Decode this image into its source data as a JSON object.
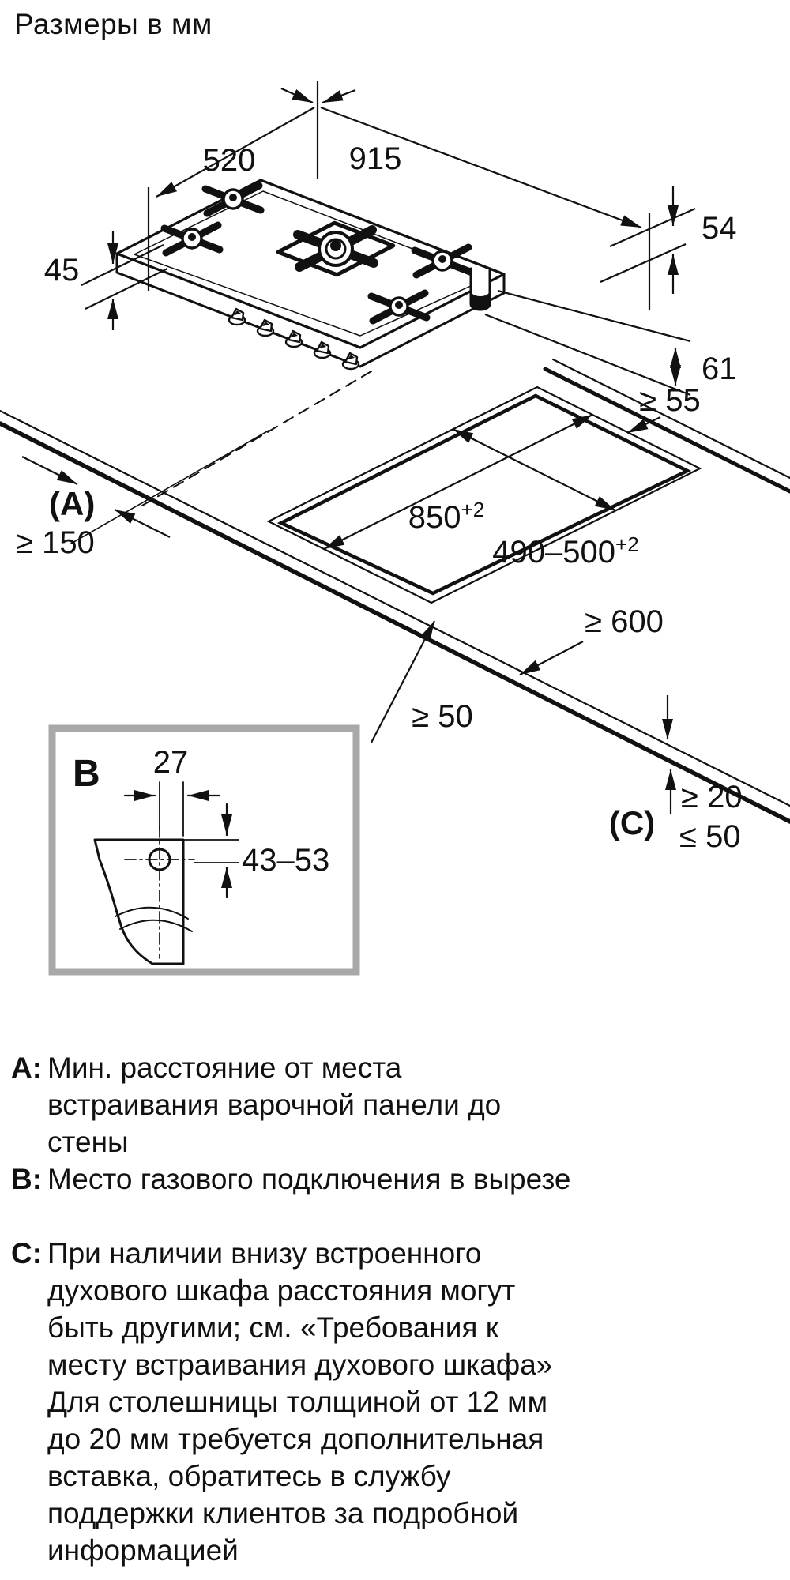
{
  "title": "Размеры в мм",
  "diagram": {
    "hob": {
      "width": "915",
      "depth": "520",
      "front_height": "45",
      "top_height": "54",
      "below_height": "61"
    },
    "worktop": {
      "cutout_width": "850",
      "cutout_width_tol": "+2",
      "cutout_depth": "490–500",
      "cutout_depth_tol": "+2",
      "rear_gap": "≥ 55",
      "side_label": "(A)",
      "side_gap": "≥ 150",
      "depth_min": "≥ 600",
      "front_gap": "≥ 50",
      "c_label": "(C)",
      "c_min": "≥ 20",
      "c_max": "≤ 50"
    },
    "detail_b": {
      "label": "B",
      "gas_offset": "27",
      "gas_height": "43–53"
    }
  },
  "legend": {
    "a": {
      "label": "A:",
      "text": "Мин. расстояние от места\nвстраивания варочной панели до\nстены"
    },
    "b": {
      "label": "B:",
      "text": "Место газового подключения в вырезе"
    },
    "c": {
      "label": "C:",
      "text": "При наличии внизу встроенного\nдухового шкафа расстояния могут\nбыть другими; см. «Требования к\nместу встраивания духового шкафа»\nДля столешницы толщиной от 12 мм\nдо 20 мм требуется дополнительная\nвставка, обратитесь в службу\nподдержки клиентов за подробной\nинформацией"
    }
  }
}
